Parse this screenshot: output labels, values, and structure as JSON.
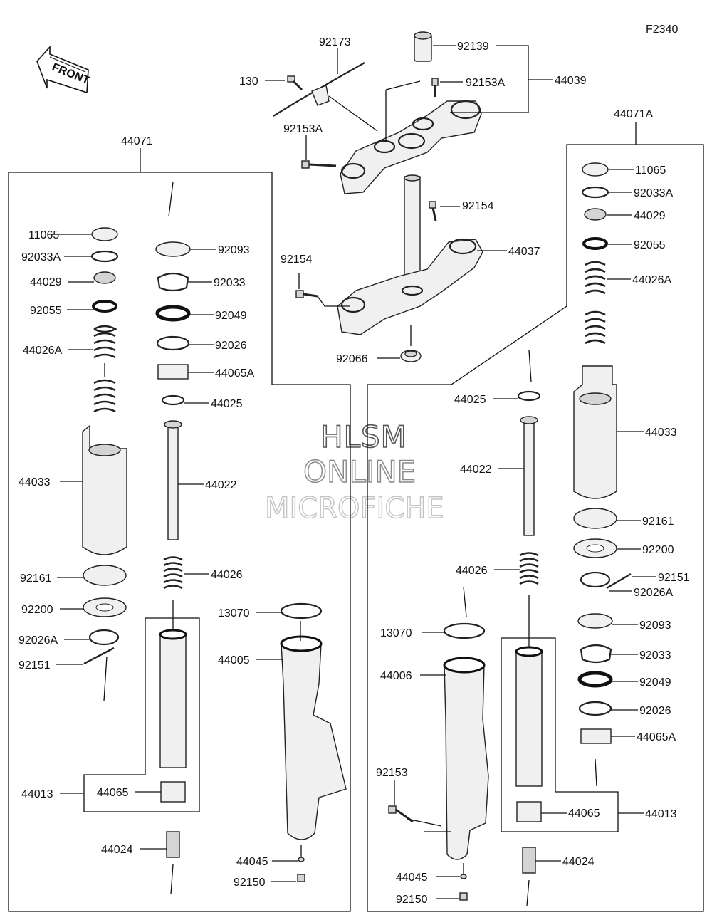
{
  "figure_code": "F2340",
  "front_arrow_text": "FRONT",
  "watermark": {
    "line1": "HLSM",
    "line2": "ONLINE",
    "line3": "MICROFICHE"
  },
  "labels": {
    "top": {
      "p92173": "92173",
      "p130": "130",
      "p92139": "92139",
      "p92153A_a": "92153A",
      "p44039": "44039",
      "p92153A_b": "92153A",
      "p92154_a": "92154",
      "p44037": "44037",
      "p92154_b": "92154",
      "p92066": "92066"
    },
    "left": {
      "p44071": "44071",
      "p11065": "11065",
      "p92033A": "92033A",
      "p44029": "44029",
      "p92055": "92055",
      "p44026A": "44026A",
      "p44033": "44033",
      "p92161": "92161",
      "p92200": "92200",
      "p92026A": "92026A",
      "p92151": "92151",
      "p44013": "44013",
      "p44065": "44065",
      "p44024": "44024",
      "p92093": "92093",
      "p92033": "92033",
      "p92049": "92049",
      "p92026": "92026",
      "p44065A": "44065A",
      "p44025": "44025",
      "p44022": "44022",
      "p44026": "44026",
      "p13070": "13070",
      "p44005": "44005",
      "p44045": "44045",
      "p92150": "92150"
    },
    "right": {
      "p44071A": "44071A",
      "p11065": "11065",
      "p92033A": "92033A",
      "p44029": "44029",
      "p92055": "92055",
      "p44026A": "44026A",
      "p44033": "44033",
      "p92161": "92161",
      "p92200": "92200",
      "p92151": "92151",
      "p92026A": "92026A",
      "p92093": "92093",
      "p92033": "92033",
      "p92049": "92049",
      "p92026": "92026",
      "p44065A": "44065A",
      "p44013": "44013",
      "p44065": "44065",
      "p44024": "44024",
      "p44025": "44025",
      "p44022": "44022",
      "p44026": "44026",
      "p13070": "13070",
      "p44006": "44006",
      "p92153": "92153",
      "p44045": "44045",
      "p92150": "92150"
    }
  }
}
